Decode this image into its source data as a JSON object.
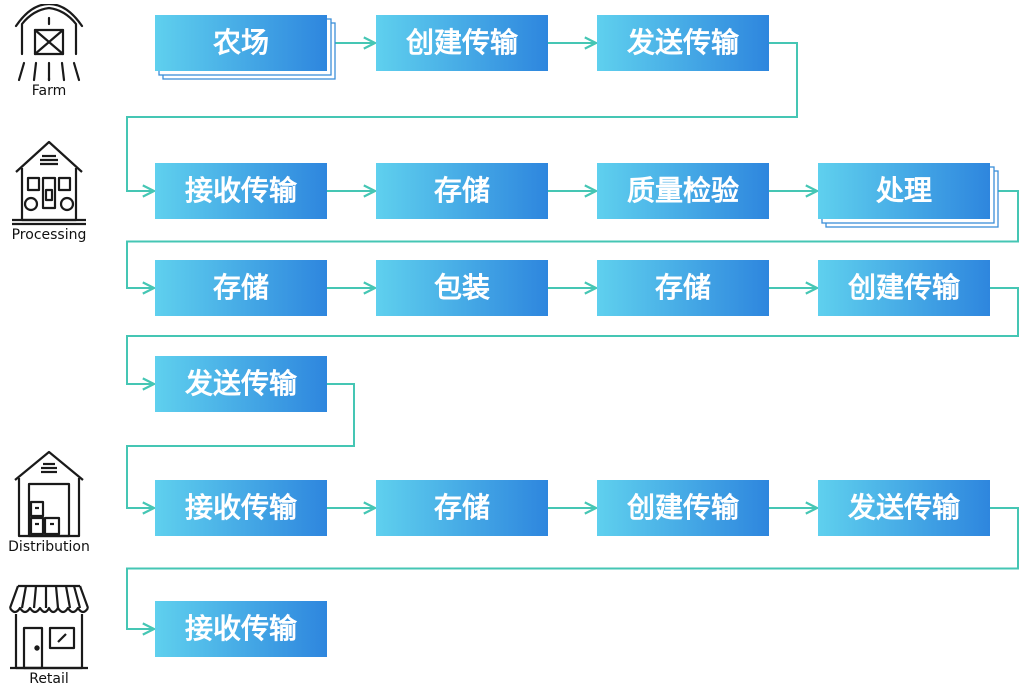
{
  "stages": [
    {
      "label": "Farm",
      "icon": "barn-icon"
    },
    {
      "label": "Processing",
      "icon": "factory-icon"
    },
    {
      "label": "Distribution",
      "icon": "warehouse-icon"
    },
    {
      "label": "Retail",
      "icon": "store-icon"
    }
  ],
  "steps": [
    {
      "id": "s1",
      "label": "农场",
      "stacked": true
    },
    {
      "id": "s2",
      "label": "创建传输"
    },
    {
      "id": "s3",
      "label": "发送传输"
    },
    {
      "id": "s4",
      "label": "接收传输"
    },
    {
      "id": "s5",
      "label": "存储"
    },
    {
      "id": "s6",
      "label": "质量检验"
    },
    {
      "id": "s7",
      "label": "处理",
      "stacked": true
    },
    {
      "id": "s8",
      "label": "存储"
    },
    {
      "id": "s9",
      "label": "包装"
    },
    {
      "id": "s10",
      "label": "存储"
    },
    {
      "id": "s11",
      "label": "创建传输"
    },
    {
      "id": "s12",
      "label": "发送传输"
    },
    {
      "id": "s13",
      "label": "接收传输"
    },
    {
      "id": "s14",
      "label": "存储"
    },
    {
      "id": "s15",
      "label": "创建传输"
    },
    {
      "id": "s16",
      "label": "发送传输"
    },
    {
      "id": "s17",
      "label": "接收传输"
    }
  ],
  "colors": {
    "box_left": "#5fd0ee",
    "box_right": "#2e86de",
    "box_text": "#ffffff",
    "connector": "#45c6b4",
    "stack_border": "#3b8fd9",
    "icon": "#1a1a1a"
  }
}
